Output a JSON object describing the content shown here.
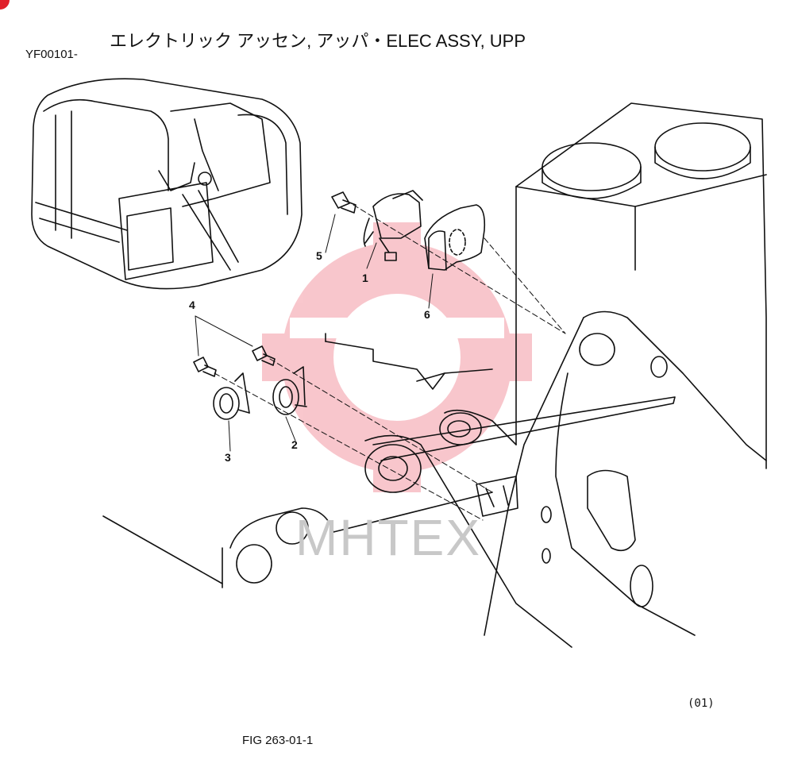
{
  "header": {
    "serial_range": "YF00101-",
    "title": "エレクトリック アッセン, アッパ・ELEC ASSY, UPP"
  },
  "callouts": {
    "c1": "1",
    "c2": "2",
    "c3": "3",
    "c4": "4",
    "c5": "5",
    "c6": "6"
  },
  "footer": {
    "sheet": "(01)",
    "figure": "FIG 263-01-1"
  },
  "watermark": {
    "text": "MHTEX",
    "color": "#e8374a"
  },
  "colors": {
    "line": "#111111",
    "badge": "#e0202a"
  }
}
